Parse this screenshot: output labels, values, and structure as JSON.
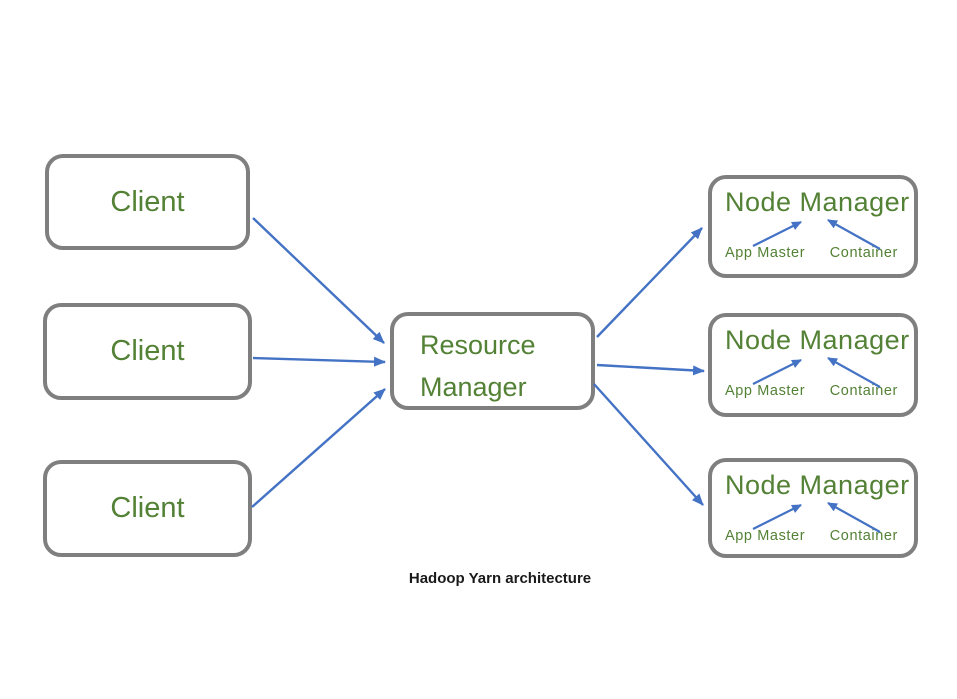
{
  "caption": "Hadoop Yarn architecture",
  "colors": {
    "box-border": "#7f7f7f",
    "green-text": "#538135",
    "arrow-blue": "#4472c4",
    "caption-text": "#1a1a1a",
    "background": "#ffffff"
  },
  "clients": [
    {
      "label": "Client"
    },
    {
      "label": "Client"
    },
    {
      "label": "Client"
    }
  ],
  "resource_manager": {
    "line1": "Resource",
    "line2": "Manager"
  },
  "node_managers": [
    {
      "title": "Node Manager",
      "app_master": "App Master",
      "container": "Container"
    },
    {
      "title": "Node Manager",
      "app_master": "App Master",
      "container": "Container"
    },
    {
      "title": "Node Manager",
      "app_master": "App Master",
      "container": "Container"
    }
  ],
  "edges": [
    {
      "from": "client-1",
      "to": "resource-manager"
    },
    {
      "from": "client-2",
      "to": "resource-manager"
    },
    {
      "from": "client-3",
      "to": "resource-manager"
    },
    {
      "from": "resource-manager",
      "to": "node-manager-1"
    },
    {
      "from": "resource-manager",
      "to": "node-manager-2"
    },
    {
      "from": "resource-manager",
      "to": "node-manager-3"
    },
    {
      "from": "app-master-1",
      "to": "node-manager-1-title"
    },
    {
      "from": "container-1",
      "to": "node-manager-1-title"
    },
    {
      "from": "app-master-2",
      "to": "node-manager-2-title"
    },
    {
      "from": "container-2",
      "to": "node-manager-2-title"
    },
    {
      "from": "app-master-3",
      "to": "node-manager-3-title"
    },
    {
      "from": "container-3",
      "to": "node-manager-3-title"
    }
  ]
}
